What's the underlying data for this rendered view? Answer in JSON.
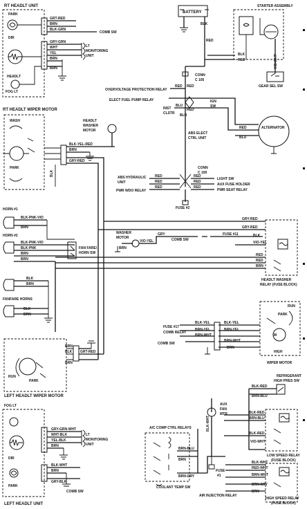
{
  "labels": {
    "rt_headlt_unit": "RT HEADLT UNIT",
    "park_top": "PARK",
    "dir_top": "DIR",
    "headlt_top": "HEADLT",
    "fog_lt_top": "FOG LT",
    "grt_red_1": "GRT-RED",
    "brn_1": "BRN",
    "blk_grn_1": "BLK-GRN",
    "comb_sw_1": "COMB SW",
    "gry_grn": "GRY-GRN",
    "wht_1": "WHT",
    "yel_1": "YEL",
    "brn_2": "BRN",
    "brn_3": "BRN",
    "lt_monitoring_top": "LT\nMONITORING\nUNIT",
    "battery": "BATTERY",
    "starter_assembly": "STARTER ASSEMBLY",
    "blk_bat": "BLK",
    "red_bat": "RED",
    "blk_st": "BLK",
    "red_st": "RED",
    "vio_wht_st": "VIO-WHT",
    "gear_sel_sw": "GEAR SEL SW",
    "conn_c105": "CONN\nC 105",
    "overvoltage": "OVERVOLTAGE PROTECTION RELAY",
    "elect_fuel_pump": "ELECT FUEL PUMP RELAY",
    "inst_clstr": "INST\nCLSTR",
    "ign_sw": "IGN\nSW",
    "red_a": "RED",
    "red_b": "RED",
    "red_c": "RED",
    "blu_a": "BLU",
    "blu_b": "BLU",
    "red_alt": "RED",
    "blu_alt": "BLU",
    "alternator": "ALTERNATOR",
    "abs_elect_ctrl": "ABS ELECT\nCTRL UNIT",
    "rt_headlt_wiper_motor": "RT HEADLT WIPER MOTOR",
    "wash": "WASH",
    "park_wiper": "PARK",
    "headlt_washer_motor": "HEADLT\nWASHER\nMOTOR",
    "blk_yel_red": "BLK-YEL-RED",
    "brn_w1": "BRN",
    "grt_red_w": "GRY-RED",
    "blk_w": "BLK",
    "conn_c100": "CONN\nC 100",
    "abs_hydraulic": "ABS HYDRAULIC\nUNIT",
    "pwr_wdo_relay": "PWR WDO RELAY",
    "light_sw": "LIGHT SW",
    "aux_fuse_holder": "AUX FUSE HOLDER",
    "pwr_seat_relay": "PWR SEAT RELAY",
    "fuse_2": "FUSE #2",
    "horn_1": "HORN #1",
    "horn_2": "HORN #2",
    "blk_pnk_vio": "BLK-PNK-VIO",
    "brn_h1": "BRN",
    "blk_pnk_vio_2": "BLK-PNK-VIO",
    "blk_pnk": "BLK-PNK",
    "brn_h2": "BRN",
    "brn_h3": "BRN",
    "fan_fare_horn_sw": "FAN FARE/\nHORN SW",
    "fanfare_horns": "FANFARE HORNS",
    "blk_ff1": "BLK",
    "brn_ff1": "BRN",
    "blk_ff2": "BLK",
    "brn_ff2": "BRN",
    "washer_motor": "WASHER\nMOTOR",
    "vio_yel": "VIO-YEL",
    "brn_wm": "BRN",
    "gry_wm": "GRY",
    "comb_sw_wm": "COMB SW",
    "fuse_11": "FUSE #11",
    "gry_red_r1": "GRY-RED",
    "gry_red_r2": "GRY-RED",
    "blk_r1": "BLK",
    "vio_yel_r": "VIO-YEL",
    "red_r1": "RED",
    "red_r2": "RED",
    "brn_r1": "BRN",
    "headlt_washer_relay": "HEADLT WASHER\nRELAY (FUSE BLOCK)",
    "run": "RUN",
    "park_wm": "PARK",
    "high": "HIGH",
    "fuse_17": "FUSE #17",
    "comb_relay": "COMB RELAY",
    "comb_sw_w": "COMB SW",
    "blk_yel_1": "BLK-YEL",
    "blk_yel_2": "BLK-YEL",
    "brn_yel_1": "BRN-YEL",
    "brn_yel_2": "BRN-YEL",
    "brn_wht_1": "BRN-WHT",
    "brn_wht_2": "BRN-WHT",
    "brn_wm2": "BRN",
    "wiper_motor": "WIPER MOTOR",
    "left_headlt_wiper_motor": "LEFT HEADLT WIPER MOTOR",
    "run_left": "RUN",
    "park_left": "PARK",
    "brn_l1": "BRN",
    "blk_l1": "BLK",
    "grt_red_l": "GRT-RED",
    "brn_l2": "BRN",
    "refrigerant": "REFRIGERANT\nHIGH PRES SW",
    "blk_red_top": "BLK-RED",
    "brn_blu_top": "BRN-BLU",
    "aux_fan_mtr": "AUX\nFAN\nMTR",
    "blk_wht_fan": "BLK-WHT",
    "blk_red_a": "BLK-RED",
    "brn_blu_a": "BRN-BLU",
    "blk_red_b": "BLK-RED",
    "vio_wht_a": "VIO-WHT",
    "low_speed_relay": "LOW SPEED RELAY\n(FUSE BLOCK)",
    "ac_comp_ctrl": "A/C COMP CTRL RELAYS",
    "brn_blu_ac": "BRN-BLU",
    "brn_ac": "BRN",
    "brn_gry": "BRN-GRY",
    "coolant_temp_sw": "COOLANT TEMP SW",
    "fuse_1": "FUSE\n#1",
    "blk_wht_h": "BLK-WHT",
    "red_wht_h": "RED-WHT",
    "brn_wht_h": "BRN-WHT",
    "brn_gry_h": "BRN-GRY",
    "brn_h": "BRN",
    "air_injection_relay": "AIR INJECTION RELAY",
    "high_speed_relay": "HIGH SPEED RELAY\n(FUSE BLOCK)",
    "fog_lt_bottom": "FOG LT",
    "gry_grn_wht": "GRY-GRN-WHT",
    "wht_blk": "WHT-BLK",
    "yel_blk": "YEL-BLK",
    "brn_b1": "BRN",
    "lt_monitoring_bottom": "LT\nMONITORING\nUNIT",
    "dir_bottom": "DIR",
    "park_bottom": "PARK",
    "blk_wht_b": "BLK-WHT",
    "brn_b2": "BRN",
    "gry_blk": "GRY-BLK",
    "comb_sw_b": "COMB SW",
    "left_headlt_unit": "LEFT HEADLT UNIT"
  }
}
